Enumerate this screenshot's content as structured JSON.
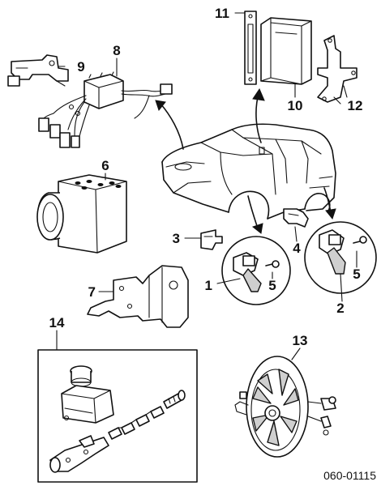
{
  "diagram": {
    "part_callouts": [
      "1",
      "2",
      "3",
      "4",
      "5",
      "5",
      "6",
      "7",
      "8",
      "9",
      "10",
      "11",
      "12",
      "13",
      "14"
    ],
    "drawing_code": "060-01115"
  }
}
